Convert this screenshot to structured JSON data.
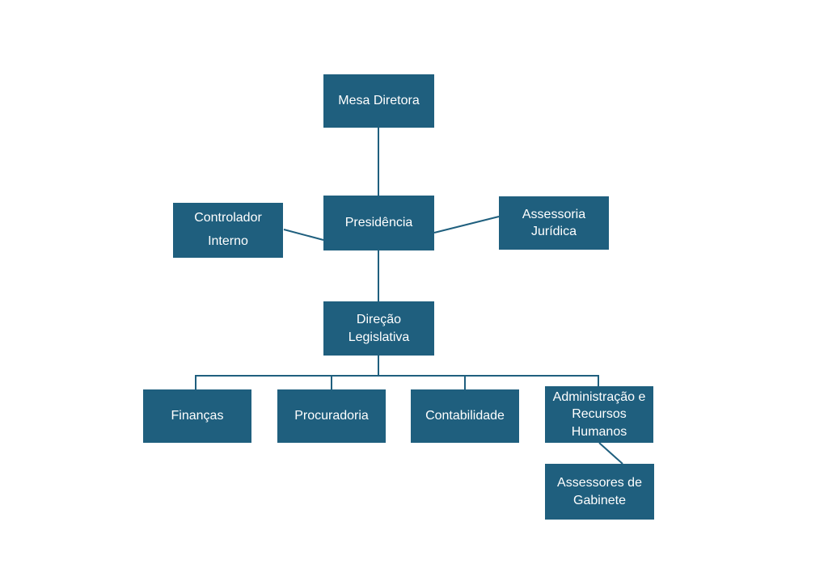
{
  "colors": {
    "node_fill": "#1F5F7E",
    "node_text": "#FFFFFF",
    "connector": "#1F5F7E",
    "background": "#FFFFFF"
  },
  "org_chart": {
    "type": "org-chart",
    "nodes": [
      {
        "id": "mesa-diretora",
        "label": "Mesa Diretora"
      },
      {
        "id": "controlador-interno",
        "label": "Controlador\nInterno"
      },
      {
        "id": "presidencia",
        "label": "Presidência"
      },
      {
        "id": "assessoria-juridica",
        "label": "Assessoria\nJurídica"
      },
      {
        "id": "direcao-legislativa",
        "label": "Direção\nLegislativa"
      },
      {
        "id": "financas",
        "label": "Finanças"
      },
      {
        "id": "procuradoria",
        "label": "Procuradoria"
      },
      {
        "id": "contabilidade",
        "label": "Contabilidade"
      },
      {
        "id": "administracao-rh",
        "label": "Administração e\nRecursos\nHumanos"
      },
      {
        "id": "assessores-gabinete",
        "label": "Assessores de\nGabinete"
      }
    ],
    "edges": [
      {
        "from": "mesa-diretora",
        "to": "presidencia"
      },
      {
        "from": "presidencia",
        "to": "controlador-interno"
      },
      {
        "from": "presidencia",
        "to": "assessoria-juridica"
      },
      {
        "from": "presidencia",
        "to": "direcao-legislativa"
      },
      {
        "from": "direcao-legislativa",
        "to": "financas"
      },
      {
        "from": "direcao-legislativa",
        "to": "procuradoria"
      },
      {
        "from": "direcao-legislativa",
        "to": "contabilidade"
      },
      {
        "from": "direcao-legislativa",
        "to": "administracao-rh"
      },
      {
        "from": "administracao-rh",
        "to": "assessores-gabinete"
      }
    ]
  }
}
